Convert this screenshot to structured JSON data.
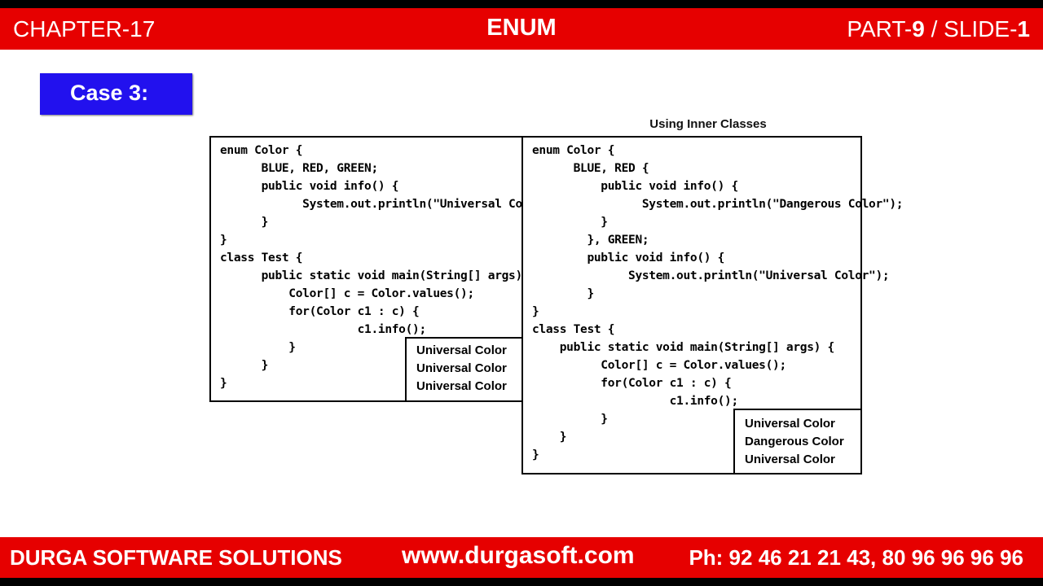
{
  "header": {
    "chapter": "CHAPTER-17",
    "title": "ENUM",
    "part_prefix": "PART-",
    "part_num": "9",
    "slide_prefix": " / SLIDE-",
    "slide_num": "1"
  },
  "case_label": "Case 3:",
  "caption": "Using Inner Classes",
  "code_left": "enum Color {\n      BLUE, RED, GREEN;\n      public void info() {\n            System.out.println(\"Universal Color\");\n      }\n}\nclass Test {\n      public static void main(String[] args) {\n          Color[] c = Color.values();\n          for(Color c1 : c) {\n                    c1.info();\n          }\n      }\n}",
  "code_right": "enum Color {\n      BLUE, RED {\n          public void info() {\n                System.out.println(\"Dangerous Color\");\n          }\n        }, GREEN;\n        public void info() {\n              System.out.println(\"Universal Color\");\n        }\n}\nclass Test {\n    public static void main(String[] args) {\n          Color[] c = Color.values();\n          for(Color c1 : c) {\n                    c1.info();\n          }\n    }\n}",
  "output_left": [
    "Universal Color",
    "Universal Color",
    "Universal Color"
  ],
  "output_right": [
    "Universal Color",
    "Dangerous Color",
    "Universal Color"
  ],
  "footer": {
    "company": "DURGA SOFTWARE SOLUTIONS",
    "website": "www.durgasoft.com",
    "phone": "Ph: 92 46 21 21 43, 80 96 96 96 96"
  },
  "colors": {
    "banner_red": "#e60000",
    "case_blue": "#2211ee"
  }
}
